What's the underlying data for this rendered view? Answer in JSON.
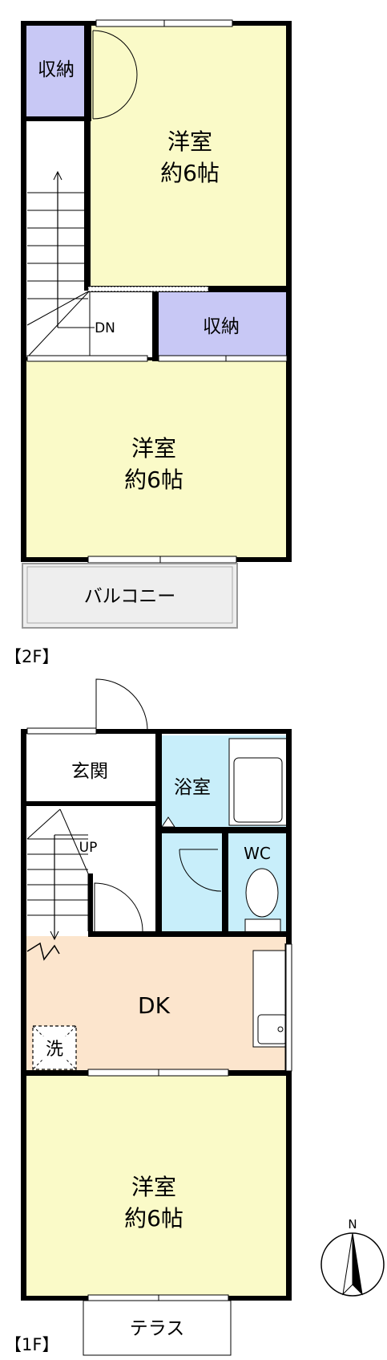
{
  "floor2": {
    "label": "【2F】",
    "room_north": {
      "name": "洋室",
      "size": "約6帖"
    },
    "storage_nw": "収納",
    "stairs_dn": "DN",
    "storage_mid": "収納",
    "room_south": {
      "name": "洋室",
      "size": "約6帖"
    },
    "balcony": "バルコニー"
  },
  "floor1": {
    "label": "【1F】",
    "entrance": "玄関",
    "bathroom": "浴室",
    "stairs_up": "UP",
    "wc": "WC",
    "dk": "DK",
    "washer": "洗",
    "room": {
      "name": "洋室",
      "size": "約6帖"
    },
    "terrace": "テラス"
  },
  "compass": {
    "north": "N"
  },
  "colors": {
    "western_room": "#fafac8",
    "storage": "#c8c8f5",
    "bath_wc": "#c8eefa",
    "dk": "#fce5cd",
    "wall": "#000000"
  }
}
